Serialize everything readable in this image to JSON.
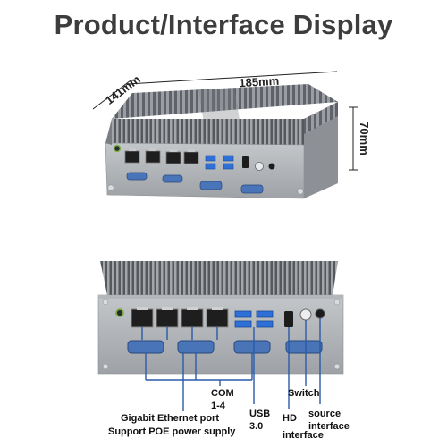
{
  "title": "Product/Interface Display",
  "dimensions": {
    "length": "185mm",
    "width": "141mm",
    "height": "70mm"
  },
  "callouts": {
    "com_line1": "COM",
    "com_line2": "1-4",
    "lan_line1": "Gigabit Ethernet port",
    "lan_line2": "Support POE power supply",
    "usb_line1": "USB",
    "usb_line2": "3.0",
    "hd_line1": "HD",
    "hd_line2": "interface",
    "switch": "Switch",
    "source_line1": "source",
    "source_line2": "interface"
  },
  "colors": {
    "chassis": "#a9acb0",
    "heatsink": "#6c7076",
    "usb_blue": "#2e6fd8",
    "com_blue": "#4a74b8",
    "callout_line": "#2a5aa8"
  }
}
